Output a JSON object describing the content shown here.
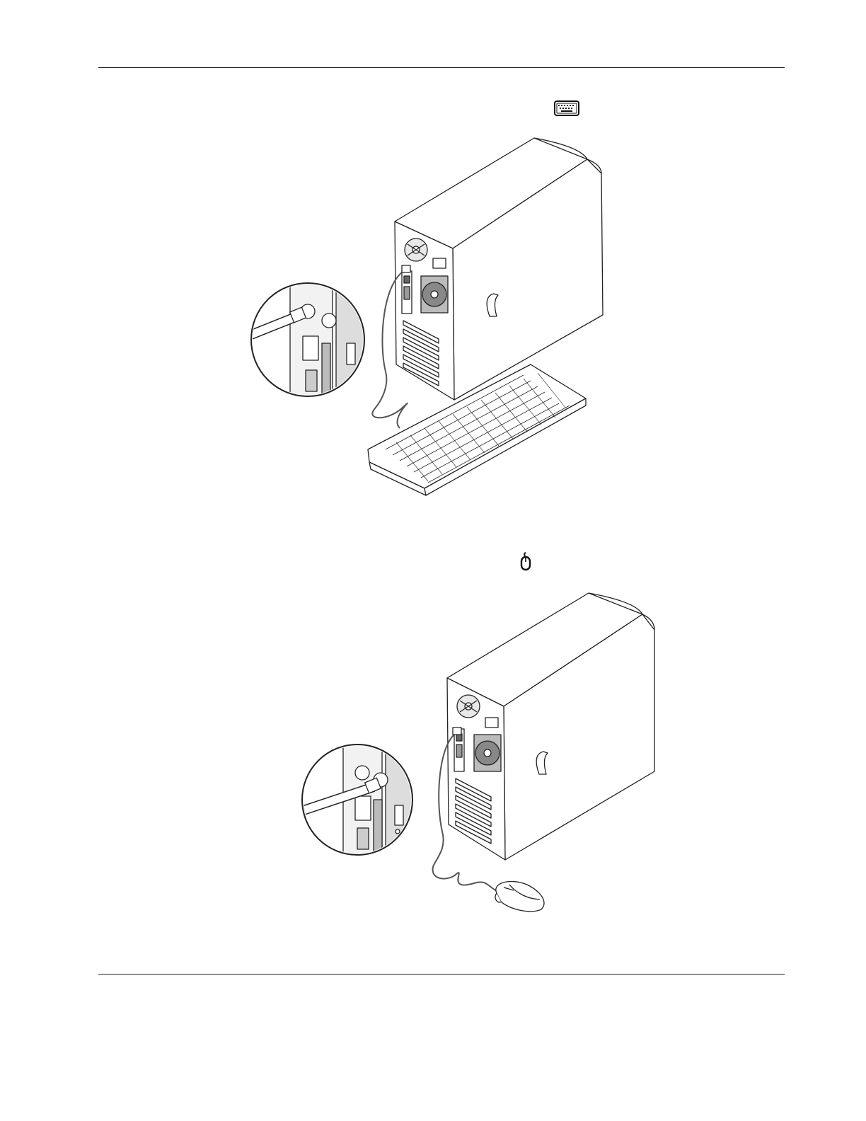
{
  "page": {
    "icons": {
      "keyboard": "keyboard-icon",
      "mouse": "mouse-icon"
    },
    "figures": [
      {
        "name": "keyboard-connection-figure",
        "device": "keyboard"
      },
      {
        "name": "mouse-connection-figure",
        "device": "mouse"
      }
    ],
    "colors": {
      "line": "#222222",
      "fill": "#ffffff",
      "shade": "#d8d8d8"
    }
  }
}
